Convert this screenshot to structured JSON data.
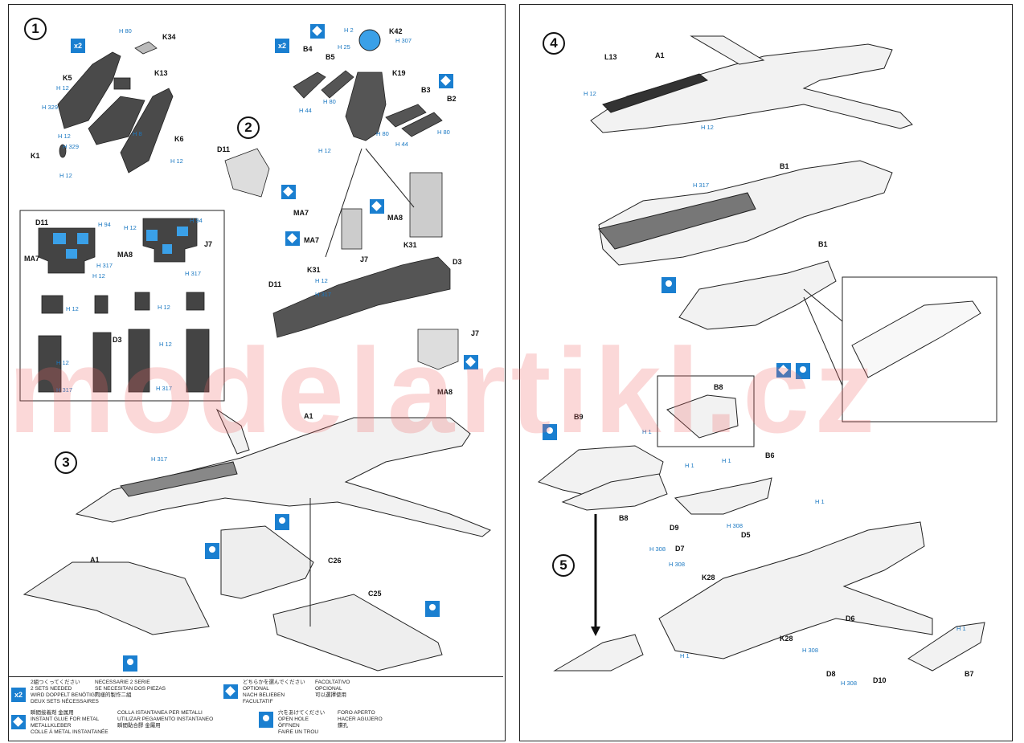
{
  "steps": {
    "s1": "1",
    "s2": "2",
    "s3": "3",
    "s4": "4",
    "s5": "5"
  },
  "symbols": {
    "x2": "x2"
  },
  "labels": {
    "K34": "K34",
    "K5": "K5",
    "K13": "K13",
    "K6": "K6",
    "K1": "K1",
    "K42": "K42",
    "K19": "K19",
    "B4": "B4",
    "B5": "B5",
    "B3": "B3",
    "B2": "B2",
    "D11": "D11",
    "MA7": "MA7",
    "MA8": "MA8",
    "J7": "J7",
    "K31": "K31",
    "D3": "D3",
    "A1": "A1",
    "C26": "C26",
    "C25": "C25",
    "L13": "L13",
    "B1": "B1",
    "B9": "B9",
    "B8": "B8",
    "B6": "B6",
    "D9": "D9",
    "D7": "D7",
    "D5": "D5",
    "K28": "K28",
    "D6": "D6",
    "D8": "D8",
    "D10": "D10",
    "B7": "B7"
  },
  "hcodes": {
    "h80": "H 80",
    "h12": "H 12",
    "h329": "H 329",
    "h8": "H 8",
    "h2": "H 2",
    "h25": "H 25",
    "h307": "H 307",
    "h44": "H 44",
    "h94": "H 94",
    "h317": "H 317",
    "h1": "H 1",
    "h308": "H 308"
  },
  "legend": {
    "x2_jp": "2組つくってください",
    "x2_en": "2 SETS NEEDED",
    "x2_de": "WIRD DOPPELT BENÖTIGT",
    "x2_fr": "DEUX SETS NÉCESSAIRES",
    "x2_it": "NECESSARIE 2 SERIE",
    "x2_es": "SE NECESITAN DOS PIEZAS",
    "x2_cn": "同樣的製作二組",
    "opt_jp": "どちらかを選んでください",
    "opt_en": "OPTIONAL",
    "opt_de": "NACH BELIEBEN",
    "opt_fr": "FACULTATIF",
    "opt_it": "FACOLTATIVO",
    "opt_es": "OPCIONAL",
    "opt_cn": "可以選擇使用",
    "glue_jp": "瞬間接着剤 金属用",
    "glue_en": "INSTANT GLUE FOR METAL",
    "glue_de": "METALLKLEBER",
    "glue_fr": "COLLE À METAL INSTANTANÉE",
    "glue_it": "COLLA ISTANTANEA PER METALLI",
    "glue_es": "UTILIZAR PEGAMENTO INSTANTANEO",
    "glue_cn": "瞬間黏合膠 金屬用",
    "hole_jp": "穴をあけてください",
    "hole_en": "OPEN HOLE",
    "hole_de": "ÖFFNEN",
    "hole_fr": "FAIRE UN TROU",
    "hole_it": "FORO APERTO",
    "hole_es": "HACER AGUJERO",
    "hole_cn": "鑽孔"
  },
  "watermark": "modelartikl.cz",
  "colors": {
    "accent": "#1a7fd0",
    "watermark": "#f06464"
  }
}
